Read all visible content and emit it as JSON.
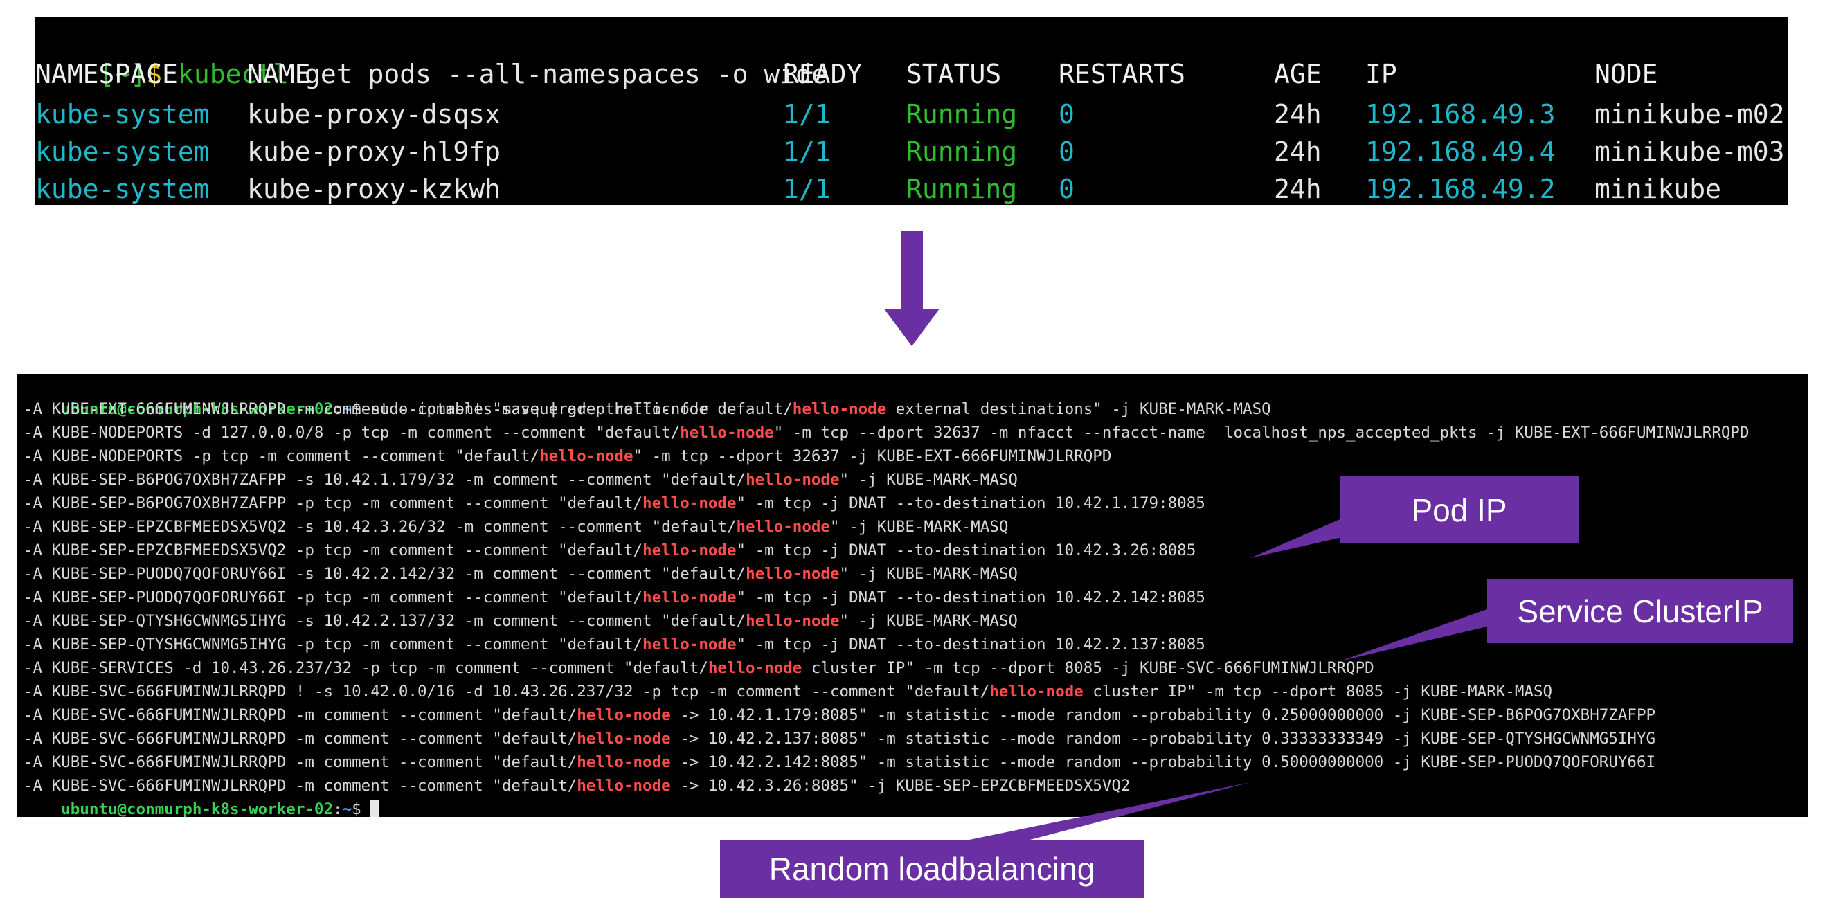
{
  "terminal1": {
    "prompt_bracket": "[~]",
    "prompt_symbol": "$",
    "command_name": "kubectl",
    "command_args": " get pods --all-namespaces -o wide",
    "headers": [
      "NAMESPACE",
      "NAME",
      "READY",
      "STATUS",
      "RESTARTS",
      "AGE",
      "IP",
      "NODE"
    ],
    "rows": [
      {
        "namespace": "kube-system",
        "name": "kube-proxy-dsqsx",
        "ready": "1/1",
        "status": "Running",
        "restarts": "0",
        "age": "24h",
        "ip": "192.168.49.3",
        "node": "minikube-m02"
      },
      {
        "namespace": "kube-system",
        "name": "kube-proxy-hl9fp",
        "ready": "1/1",
        "status": "Running",
        "restarts": "0",
        "age": "24h",
        "ip": "192.168.49.4",
        "node": "minikube-m03"
      },
      {
        "namespace": "kube-system",
        "name": "kube-proxy-kzkwh",
        "ready": "1/1",
        "status": "Running",
        "restarts": "0",
        "age": "24h",
        "ip": "192.168.49.2",
        "node": "minikube"
      }
    ]
  },
  "terminal2": {
    "prompt_user": "ubuntu@conmurph-k8s-worker-02",
    "prompt_colon": ":",
    "prompt_path": "~",
    "prompt_symbol": "$",
    "command": " sudo iptables-save | grep hello-node",
    "highlight_term": "hello-node",
    "lines": [
      [
        "-A KUBE-EXT-666FUMINWJLRRQPD -m comment --comment \"masquerade traffic for default/",
        "hello-node",
        " external destinations\" -j KUBE-MARK-MASQ"
      ],
      [
        "-A KUBE-NODEPORTS -d 127.0.0.0/8 -p tcp -m comment --comment \"default/",
        "hello-node",
        "\" -m tcp --dport 32637 -m nfacct --nfacct-name  localhost_nps_accepted_pkts -j KUBE-EXT-666FUMINWJLRRQPD"
      ],
      [
        "-A KUBE-NODEPORTS -p tcp -m comment --comment \"default/",
        "hello-node",
        "\" -m tcp --dport 32637 -j KUBE-EXT-666FUMINWJLRRQPD"
      ],
      [
        "-A KUBE-SEP-B6POG7OXBH7ZAFPP -s 10.42.1.179/32 -m comment --comment \"default/",
        "hello-node",
        "\" -j KUBE-MARK-MASQ"
      ],
      [
        "-A KUBE-SEP-B6POG7OXBH7ZAFPP -p tcp -m comment --comment \"default/",
        "hello-node",
        "\" -m tcp -j DNAT --to-destination 10.42.1.179:8085"
      ],
      [
        "-A KUBE-SEP-EPZCBFMEEDSX5VQ2 -s 10.42.3.26/32 -m comment --comment \"default/",
        "hello-node",
        "\" -j KUBE-MARK-MASQ"
      ],
      [
        "-A KUBE-SEP-EPZCBFMEEDSX5VQ2 -p tcp -m comment --comment \"default/",
        "hello-node",
        "\" -m tcp -j DNAT --to-destination 10.42.3.26:8085"
      ],
      [
        "-A KUBE-SEP-PUODQ7QOFORUY66I -s 10.42.2.142/32 -m comment --comment \"default/",
        "hello-node",
        "\" -j KUBE-MARK-MASQ"
      ],
      [
        "-A KUBE-SEP-PUODQ7QOFORUY66I -p tcp -m comment --comment \"default/",
        "hello-node",
        "\" -m tcp -j DNAT --to-destination 10.42.2.142:8085"
      ],
      [
        "-A KUBE-SEP-QTYSHGCWNMG5IHYG -s 10.42.2.137/32 -m comment --comment \"default/",
        "hello-node",
        "\" -j KUBE-MARK-MASQ"
      ],
      [
        "-A KUBE-SEP-QTYSHGCWNMG5IHYG -p tcp -m comment --comment \"default/",
        "hello-node",
        "\" -m tcp -j DNAT --to-destination 10.42.2.137:8085"
      ],
      [
        "-A KUBE-SERVICES -d 10.43.26.237/32 -p tcp -m comment --comment \"default/",
        "hello-node",
        " cluster IP\" -m tcp --dport 8085 -j KUBE-SVC-666FUMINWJLRRQPD"
      ],
      [
        "-A KUBE-SVC-666FUMINWJLRRQPD ! -s 10.42.0.0/16 -d 10.43.26.237/32 -p tcp -m comment --comment \"default/",
        "hello-node",
        " cluster IP\" -m tcp --dport 8085 -j KUBE-MARK-MASQ"
      ],
      [
        "-A KUBE-SVC-666FUMINWJLRRQPD -m comment --comment \"default/",
        "hello-node",
        " -> 10.42.1.179:8085\" -m statistic --mode random --probability 0.25000000000 -j KUBE-SEP-B6POG7OXBH7ZAFPP"
      ],
      [
        "-A KUBE-SVC-666FUMINWJLRRQPD -m comment --comment \"default/",
        "hello-node",
        " -> 10.42.2.137:8085\" -m statistic --mode random --probability 0.33333333349 -j KUBE-SEP-QTYSHGCWNMG5IHYG"
      ],
      [
        "-A KUBE-SVC-666FUMINWJLRRQPD -m comment --comment \"default/",
        "hello-node",
        " -> 10.42.2.142:8085\" -m statistic --mode random --probability 0.50000000000 -j KUBE-SEP-PUODQ7QOFORUY66I"
      ],
      [
        "-A KUBE-SVC-666FUMINWJLRRQPD -m comment --comment \"default/",
        "hello-node",
        " -> 10.42.3.26:8085\" -j KUBE-SEP-EPZCBFMEEDSX5VQ2"
      ]
    ]
  },
  "callouts": {
    "pod_ip": "Pod IP",
    "service_cluster_ip": "Service ClusterIP",
    "random_lb": "Random loadbalancing"
  },
  "colors": {
    "callout_bg": "#6b2fa4",
    "arrow": "#6b2fa4",
    "hello_node_highlight": "#ff4d4d",
    "prompt_user": "#39d353",
    "prompt_path": "#4aa3ff",
    "running_status": "#2fbd2f",
    "cyan_values": "#1fb7c9"
  }
}
